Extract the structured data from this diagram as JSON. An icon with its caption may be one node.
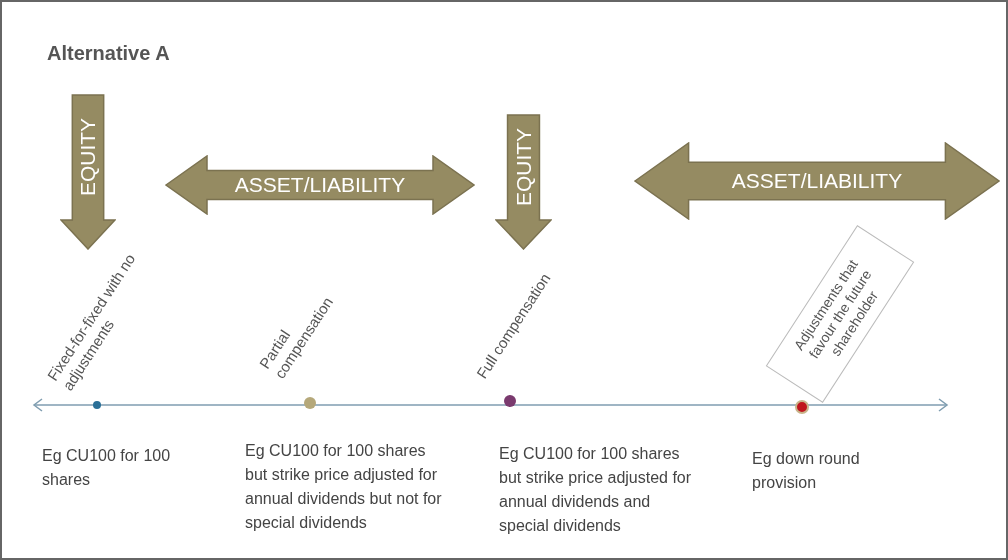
{
  "diagram": {
    "title": "Alternative A",
    "nodes": [
      {
        "text": [
          "EQUITY"
        ]
      },
      {
        "text": [
          "ASSET/LIABILITY"
        ]
      },
      {
        "text": [
          "EQUITY"
        ]
      },
      {
        "text": [
          "ASSET/LIABILITY"
        ]
      },
      {
        "text": [
          "Adjustments that favour the future shareholder"
        ]
      }
    ],
    "labels": [
      "Fixed-for-fixed with no adjustments",
      "Partial compensation",
      "Full compensation",
      "Eg CU100 for 100 shares",
      "Eg CU100 for 100 shares but strike price adjusted for annual dividends but not for special dividends",
      "Eg CU100 for 100 shares but strike price adjusted for annual dividends and special dividends",
      "Eg down round provision"
    ]
  }
}
